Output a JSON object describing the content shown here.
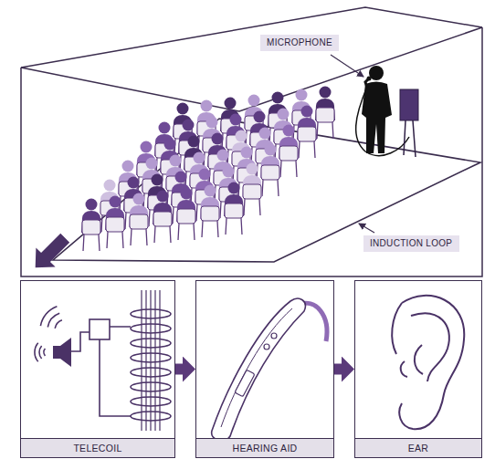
{
  "diagram": {
    "nodes": [
      {
        "text": [
          "MICROPHONE"
        ]
      },
      {
        "text": [
          "INDUCTION LOOP"
        ]
      },
      {
        "text": [
          "TELECOIL"
        ]
      },
      {
        "text": [
          "HEARING AID"
        ]
      },
      {
        "text": [
          "EAR"
        ]
      }
    ],
    "edges": [
      {
        "from": 2,
        "to": 3,
        "arrow": "to"
      },
      {
        "from": 3,
        "to": 4,
        "arrow": "to"
      }
    ]
  }
}
